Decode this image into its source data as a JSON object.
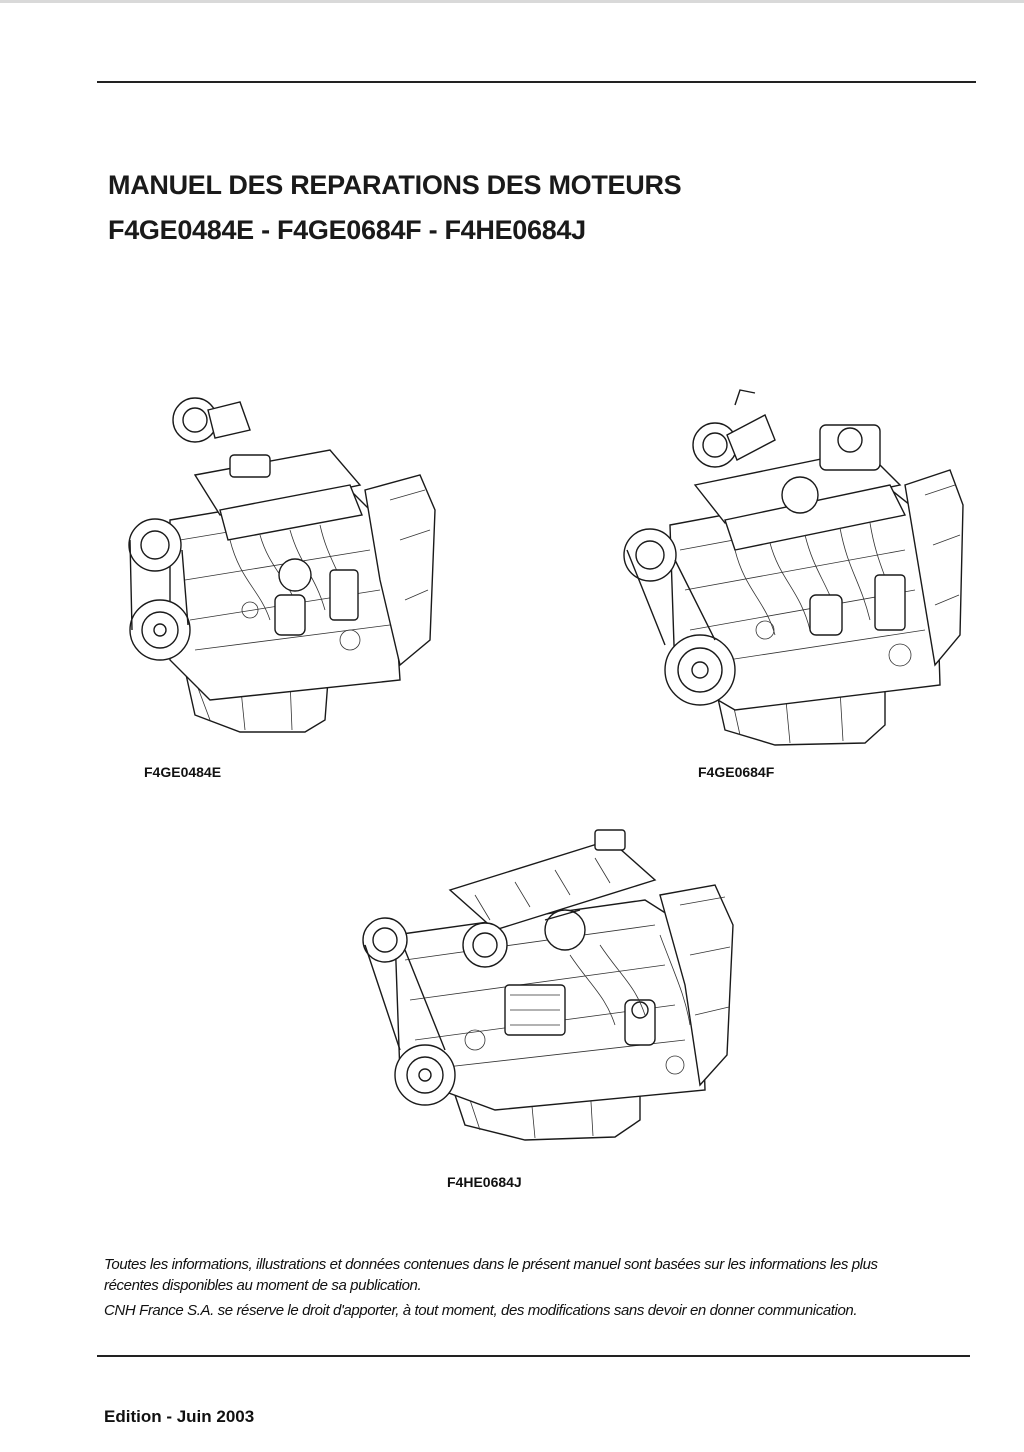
{
  "document": {
    "title_line1": "MANUEL DES REPARATIONS DES MOTEURS",
    "title_line2": "F4GE0484E - F4GE0684F - F4HE0684J"
  },
  "figures": [
    {
      "caption": "F4GE0484E",
      "icon": "engine-illustration"
    },
    {
      "caption": "F4GE0684F",
      "icon": "engine-illustration"
    },
    {
      "caption": "F4HE0684J",
      "icon": "engine-illustration"
    }
  ],
  "notice": {
    "line1": "Toutes les informations, illustrations et données contenues dans le présent manuel sont basées sur les informations les plus",
    "line2": "récentes disponibles au moment de sa publication.",
    "line3": "CNH France S.A. se réserve le droit d'apporter, à tout moment, des modifications sans devoir en donner communication."
  },
  "footer": {
    "edition": "Edition - Juin 2003"
  }
}
